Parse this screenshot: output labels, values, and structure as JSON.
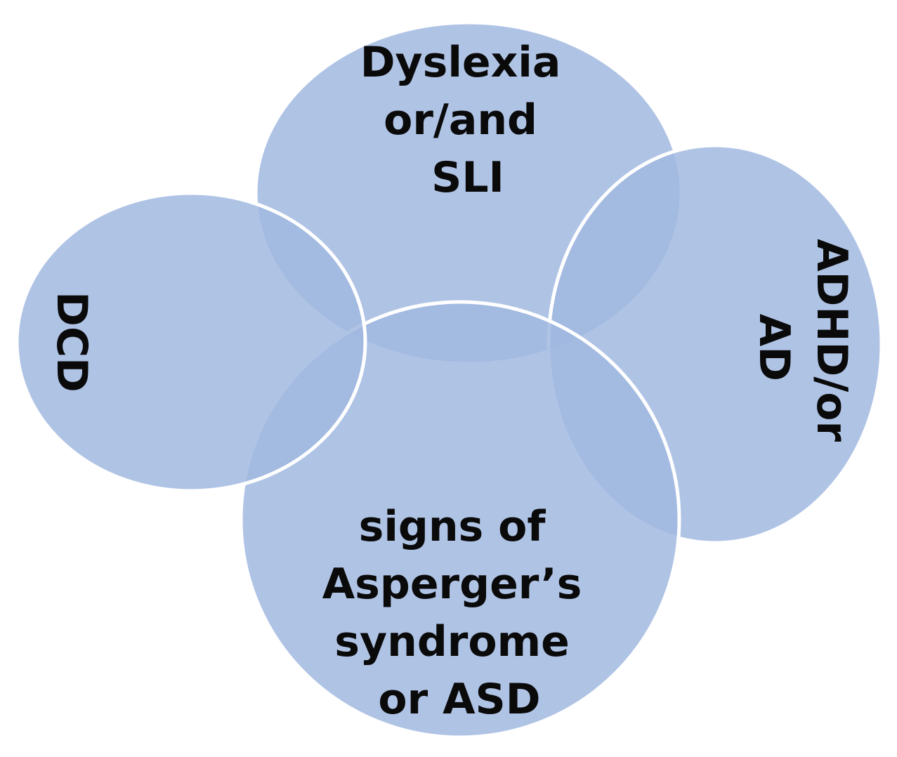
{
  "diagram": {
    "circles": [
      {
        "id": "dyslexia",
        "lines": [
          "Dyslexia",
          "or/and",
          "SLI"
        ]
      },
      {
        "id": "dcd",
        "lines": [
          "DCD"
        ]
      },
      {
        "id": "adhd",
        "lines": [
          "ADHD/or",
          "AD"
        ]
      },
      {
        "id": "asd",
        "lines": [
          "signs of",
          "Asperger’s",
          "syndrome",
          "or ASD"
        ]
      }
    ],
    "colors": {
      "fill": "#a1b8e0",
      "overlap": "#7296d0",
      "stroke": "#ffffff",
      "text": "#0a0a0a"
    }
  }
}
